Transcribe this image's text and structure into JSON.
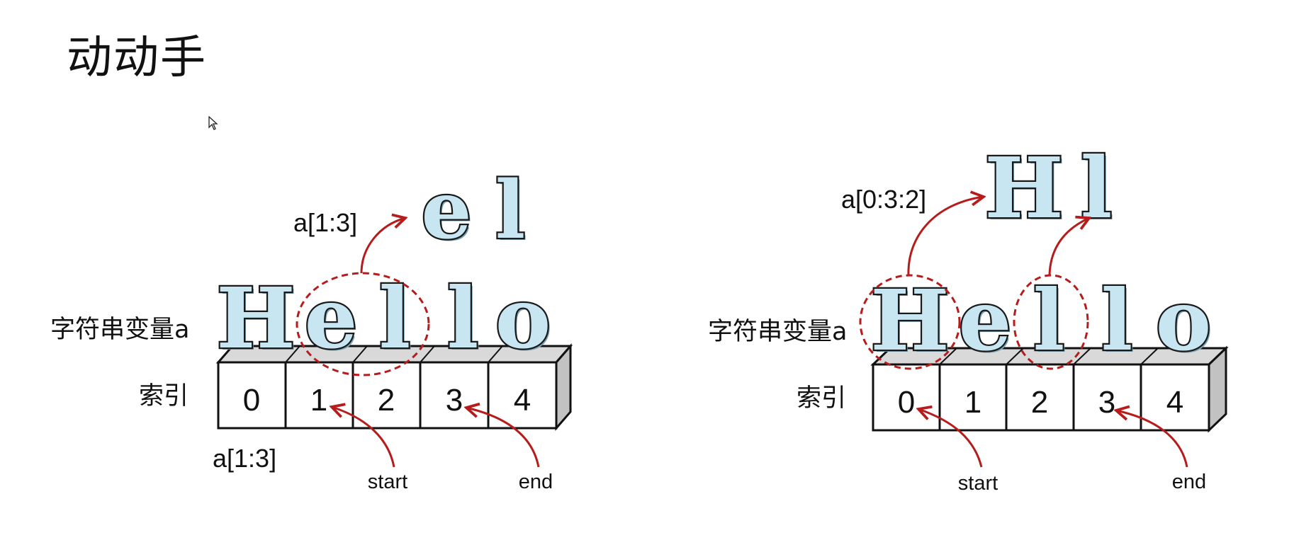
{
  "title": "动动手",
  "icons": {
    "cursor": "mouse-pointer-icon"
  },
  "colors": {
    "arrow": "#b71c1c",
    "letter_fill": "#c8e6f2",
    "box_top": "#d9d9d9",
    "box_side": "#c2c2c2"
  },
  "panels": [
    {
      "string_label": "字符串变量a",
      "index_label": "索引",
      "word": [
        "H",
        "e",
        "l",
        "l",
        "o"
      ],
      "indices": [
        "0",
        "1",
        "2",
        "3",
        "4"
      ],
      "slice_expr": "a[1:3]",
      "result": [
        "e",
        "l"
      ],
      "below_expr": "a[1:3]",
      "start_label": "start",
      "end_label": "end",
      "start_index": 1,
      "end_index": 3
    },
    {
      "string_label": "字符串变量a",
      "index_label": "索引",
      "word": [
        "H",
        "e",
        "l",
        "l",
        "o"
      ],
      "indices": [
        "0",
        "1",
        "2",
        "3",
        "4"
      ],
      "slice_expr": "a[0:3:2]",
      "result": [
        "H",
        "l"
      ],
      "start_label": "start",
      "end_label": "end",
      "start_index": 0,
      "end_index": 3
    }
  ]
}
